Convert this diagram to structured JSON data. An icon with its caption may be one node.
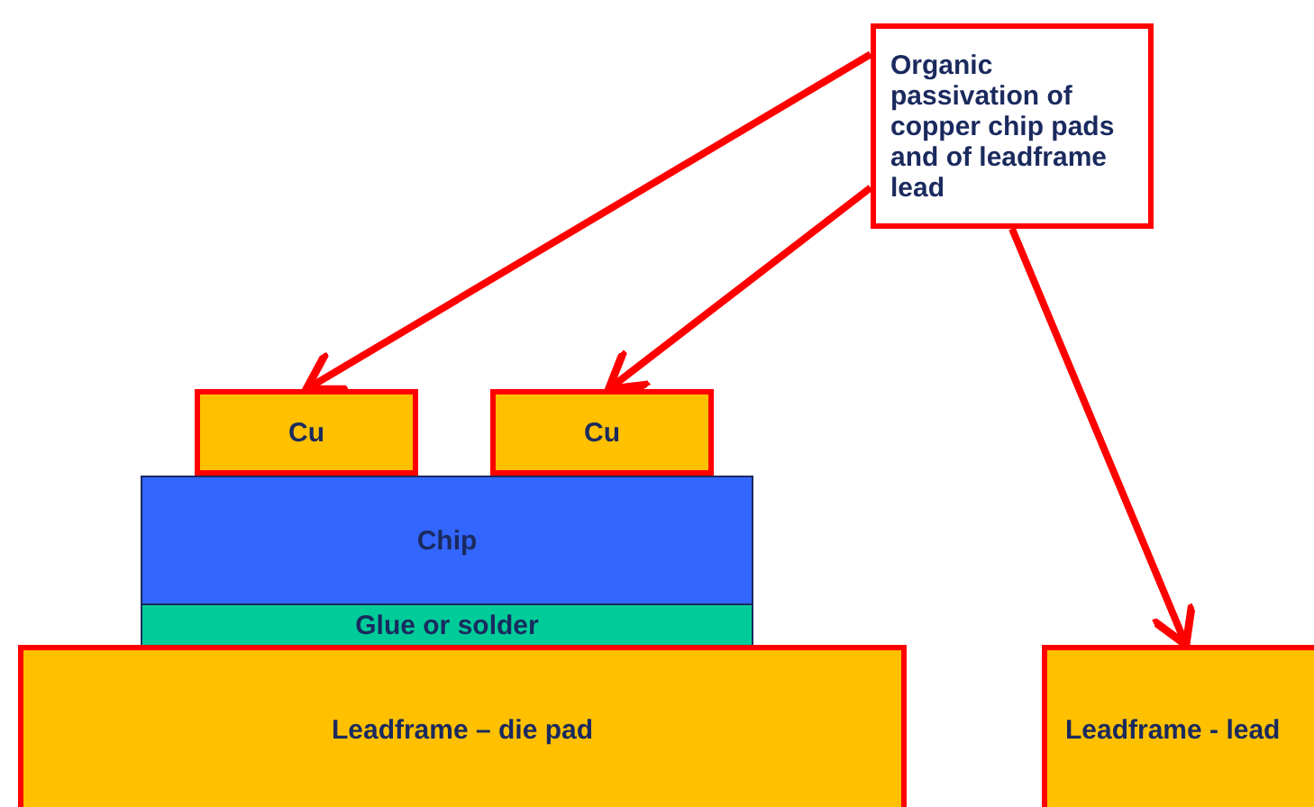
{
  "diagram": {
    "nodes": [
      {
        "text": [
          "Organic passivation of copper chip pads and of leadframe lead"
        ]
      },
      {
        "text": [
          "Cu"
        ]
      },
      {
        "text": [
          "Cu"
        ]
      },
      {
        "text": [
          "Chip"
        ]
      },
      {
        "text": [
          "Glue or solder"
        ]
      },
      {
        "text": [
          "Leadframe – die pad"
        ]
      },
      {
        "text": [
          "Leadframe - lead"
        ]
      }
    ],
    "edges": [
      {
        "from": 0,
        "to": 1,
        "arrow": "to"
      },
      {
        "from": 0,
        "to": 2,
        "arrow": "to"
      },
      {
        "from": 0,
        "to": 6,
        "arrow": "to"
      }
    ]
  }
}
